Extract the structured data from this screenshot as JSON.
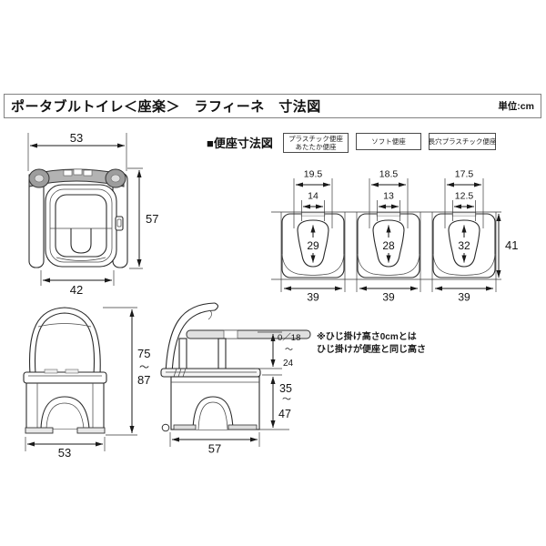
{
  "header": {
    "title": "ポータブルトイレ＜座楽＞　ラフィーネ　寸法図",
    "unit": "単位:cm"
  },
  "top_view": {
    "width_top": "53",
    "depth": "57",
    "width_bottom": "42"
  },
  "seat_section": {
    "heading": "■便座寸法図",
    "types": [
      {
        "line1": "プラスチック便座",
        "line2": "あたたか便座"
      },
      {
        "line1": "ソフト便座"
      },
      {
        "line1": "長穴プラスチック便座"
      }
    ],
    "depth": "41",
    "seats": [
      {
        "outer_width": "19.5",
        "inner_width": "14",
        "hole_length": "29",
        "base_width": "39"
      },
      {
        "outer_width": "18.5",
        "inner_width": "13",
        "hole_length": "28",
        "base_width": "39"
      },
      {
        "outer_width": "17.5",
        "inner_width": "12.5",
        "hole_length": "32",
        "base_width": "39"
      }
    ]
  },
  "front_view": {
    "height_min": "75",
    "height_max": "87",
    "range_tilde": "～",
    "width": "53"
  },
  "side_view": {
    "armrest_min": "0／18",
    "armrest_max": "24",
    "range_tilde": "～",
    "seat_height_min": "35",
    "seat_height_max": "47",
    "width": "57"
  },
  "note": {
    "line1": "※ひじ掛け高さ0cmとは",
    "line2": "ひじ掛けが便座と同じ高さ"
  }
}
